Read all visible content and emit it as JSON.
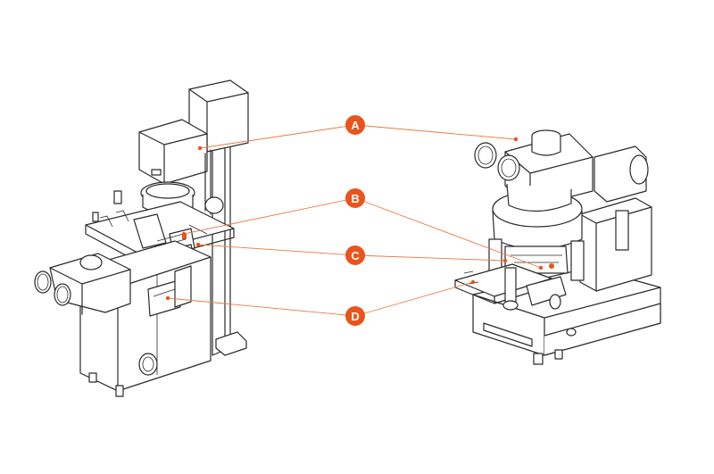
{
  "callouts": [
    {
      "label": "A"
    },
    {
      "label": "B"
    },
    {
      "label": "C"
    },
    {
      "label": "D"
    }
  ],
  "colors": {
    "accent": "#e8541c",
    "leader_line": "#e87a45",
    "line_art": "#2a2a2a",
    "background": "#ffffff"
  },
  "illustrations": [
    "inverted-microscope-drawing",
    "upright-microscope-drawing"
  ]
}
